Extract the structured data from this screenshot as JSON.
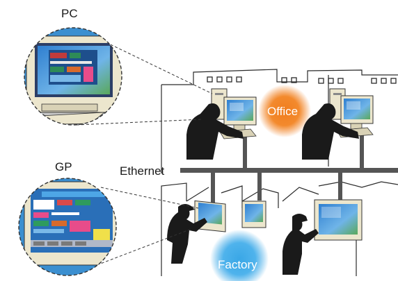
{
  "labels": {
    "pc": "PC",
    "gp": "GP",
    "ethernet": "Ethernet",
    "office": "Office",
    "factory": "Factory"
  },
  "colors": {
    "office_glow": "#f07d1e",
    "factory_glow": "#3aa7e6",
    "lens_bg": "#3b8fd0",
    "network": "#555555",
    "silhouette": "#1a1a1a",
    "monitor_beige": "#ece6cd"
  },
  "icons": [
    "magnifier-lens-pc",
    "magnifier-lens-gp",
    "computer-user-silhouette",
    "factory-worker-silhouette",
    "crt-monitor-icon",
    "touch-panel-icon"
  ]
}
